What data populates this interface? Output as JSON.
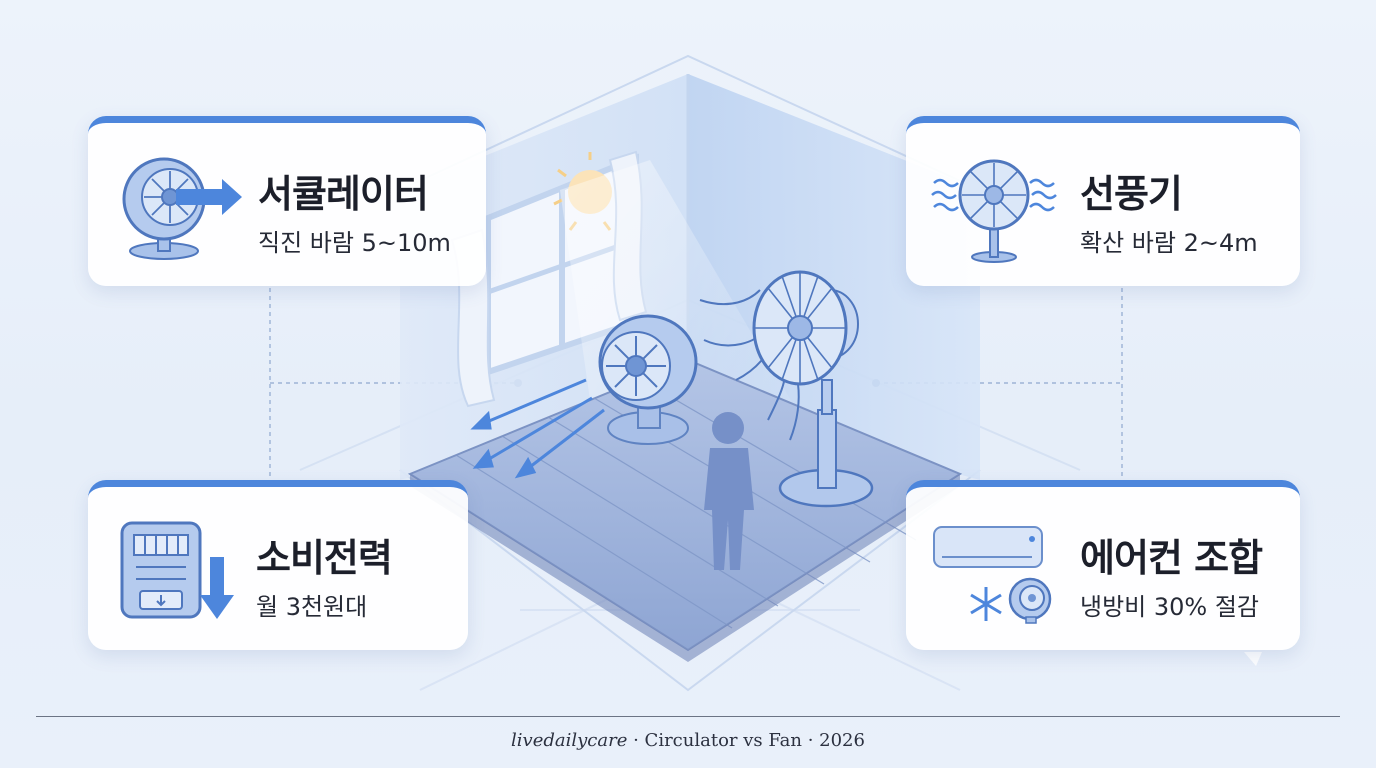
{
  "cards": {
    "circulator": {
      "title": "서큘레이터",
      "subtitle": "직진 바람 5~10m",
      "icon": "circulator-fan-icon"
    },
    "fan": {
      "title": "선풍기",
      "subtitle": "확산 바람 2~4m",
      "icon": "standing-fan-icon"
    },
    "power": {
      "title": "소비전력",
      "subtitle": "월 3천원대",
      "icon": "electric-meter-icon"
    },
    "aircon": {
      "title": "에어컨 조합",
      "subtitle": "냉방비 30% 절감",
      "icon": "air-conditioner-icon"
    }
  },
  "footer": {
    "brand": "livedailycare",
    "separator": " · ",
    "text": "Circulator vs Fan",
    "year": "2026"
  },
  "colors": {
    "accent": "#4d86dc",
    "icon_fill": "#a9c2ea",
    "icon_stroke": "#4f77be",
    "background": "#e9f0fa"
  }
}
